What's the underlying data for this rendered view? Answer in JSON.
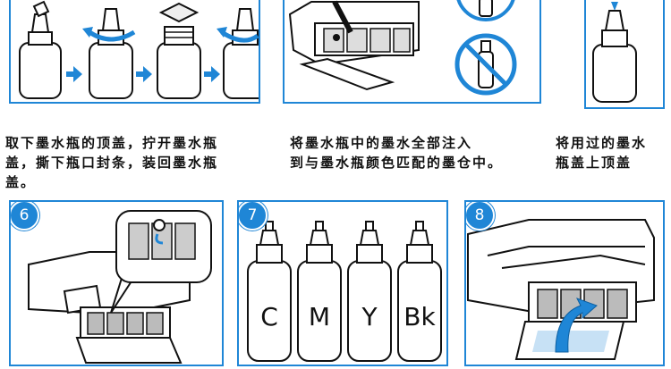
{
  "accent_color": "#1f86d6",
  "captions": {
    "step3": "取下墨水瓶的顶盖，拧开墨水瓶\n盖，撕下瓶口封条，装回墨水瓶\n盖。",
    "step4": "将墨水瓶中的墨水全部注入\n到与墨水瓶颜色匹配的墨仓中。",
    "step5": "将用过的墨水\n瓶盖上顶盖"
  },
  "steps": {
    "step6": {
      "number": "6"
    },
    "step7": {
      "number": "7",
      "bottle_labels": [
        "C",
        "M",
        "Y",
        "Bk"
      ]
    },
    "step8": {
      "number": "8"
    }
  },
  "icons": [
    "arrow-right-icon",
    "rotate-arrow-icon",
    "prohibited-icon",
    "curved-arrow-up-icon"
  ]
}
